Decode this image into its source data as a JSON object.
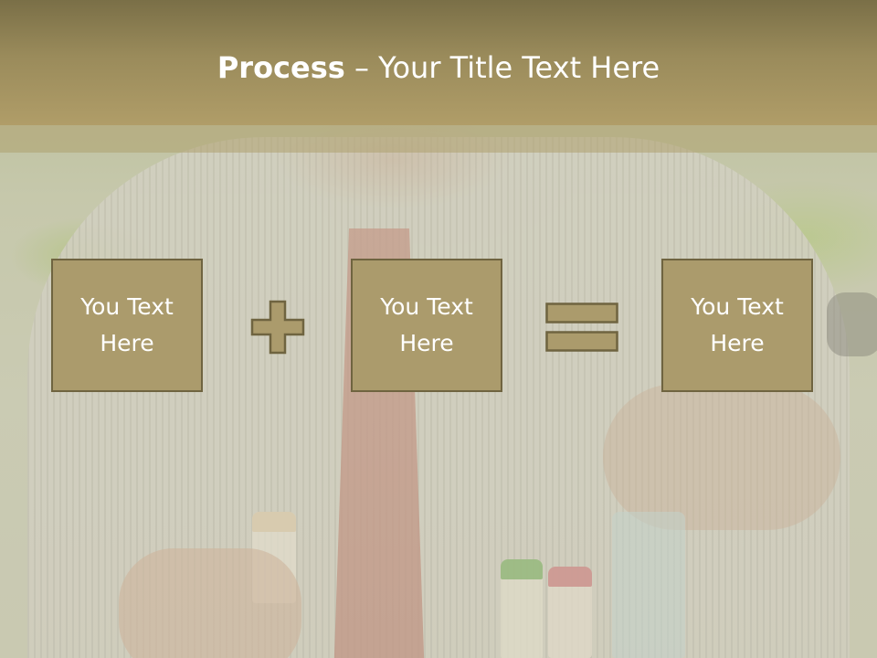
{
  "slide": {
    "title_bold": "Process",
    "title_rest": " – Your Title Text Here"
  },
  "process": {
    "boxes": [
      {
        "label": "You Text Here"
      },
      {
        "label": "You Text Here"
      },
      {
        "label": "You Text Here"
      }
    ],
    "operators": [
      "plus-icon",
      "equals-icon"
    ]
  },
  "colors": {
    "header": "#9a8b5b",
    "box_fill": "#ab9b6c",
    "box_border": "#6f6440",
    "text": "#ffffff"
  }
}
